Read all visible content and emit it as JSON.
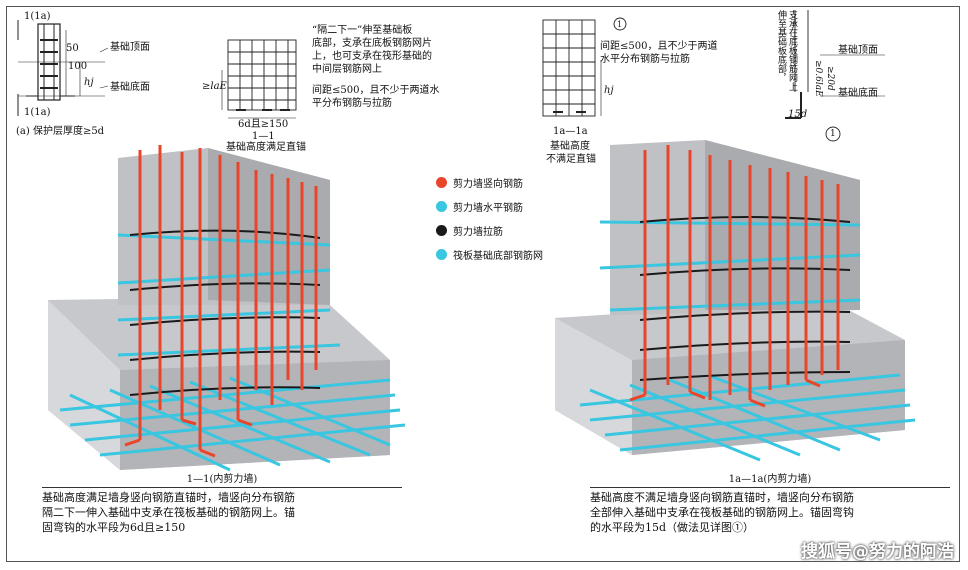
{
  "left_detail": {
    "section_top": "1(1a)",
    "section_bottom": "1(1a)",
    "dim_50": "50",
    "dim_100": "100",
    "dim_hj": "hj",
    "label_top": "基础顶面",
    "label_bottom": "基础底面",
    "cover_note": "(a) 保护层厚度≥5d"
  },
  "mid_detail": {
    "note_lines": [
      "“隔二下一”伸至基础板",
      "底部，支承在底板钢筋网片",
      "上，也可支承在筏形基础的",
      "中间层钢筋网上"
    ],
    "spacing_lines": [
      "间距≤500，且不少于两道水",
      "平分布钢筋与拉筋"
    ],
    "dim_lae": "≥laE",
    "dim_bottom": "6d且≥150",
    "section_title": "1—1",
    "section_sub": "基础高度满足直锚"
  },
  "right_mid": {
    "spacing_lines": [
      "间距≤500，且不少于两道",
      "水平分布钢筋与拉筋"
    ],
    "dim_hj": "hj",
    "section_title": "1a—1a",
    "section_sub": [
      "基础高度",
      "不满足直锚"
    ],
    "marker": "1"
  },
  "right_detail": {
    "vertical_lines": [
      "伸至基础板底部，",
      "支承在底板钢筋网上"
    ],
    "dim_a": "≥0.6laE",
    "dim_b": "≥20d",
    "dim_c": "15d",
    "label_top": "基础顶面",
    "label_bottom": "基础底面",
    "marker": "1"
  },
  "legend": [
    {
      "label": "剪力墙竖向钢筋",
      "color": "#e8452a"
    },
    {
      "label": "剪力墙水平钢筋",
      "color": "#39c6e0"
    },
    {
      "label": "剪力墙拉筋",
      "color": "#1a1a1a"
    },
    {
      "label": "筏板基础底部钢筋网",
      "color": "#39c6e0"
    }
  ],
  "left_caption": {
    "title": "1—1(内剪力墙)",
    "lines": [
      "基础高度满足墙身竖向钢筋直锚时，墙竖向分布钢筋",
      "隔二下一伸入基础中支承在筏板基础的钢筋网上。锚",
      "固弯钩的水平段为6d且≥150"
    ]
  },
  "right_caption": {
    "title": "1a—1a(内剪力墙)",
    "lines": [
      "基础高度不满足墙身竖向钢筋直锚时，墙竖向分布钢筋",
      "全部伸入基础中支承在筏板基础的钢筋网上。锚固弯钩",
      "的水平段为15d（做法见详图①）"
    ]
  },
  "watermark": "搜狐号@努力的阿浩"
}
